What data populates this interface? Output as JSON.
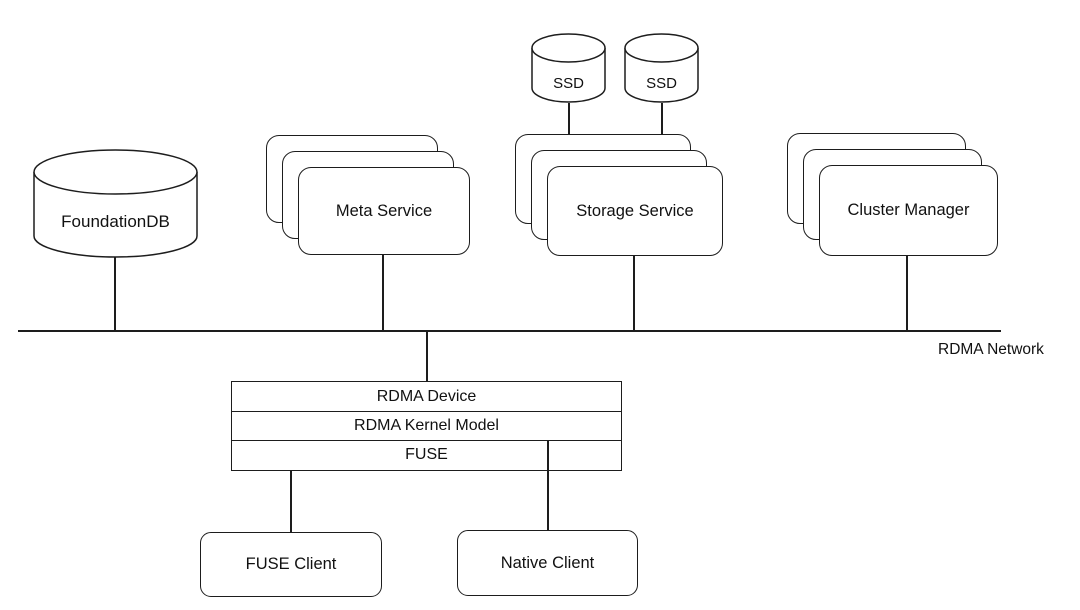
{
  "diagram": {
    "network_label": "RDMA Network",
    "nodes": {
      "foundationdb": {
        "label": "FoundationDB",
        "shape": "cylinder"
      },
      "ssd1": {
        "label": "SSD",
        "shape": "cylinder"
      },
      "ssd2": {
        "label": "SSD",
        "shape": "cylinder"
      },
      "meta_service": {
        "label": "Meta Service",
        "shape": "stacked-rounded-rect"
      },
      "storage_service": {
        "label": "Storage Service",
        "shape": "stacked-rounded-rect"
      },
      "cluster_manager": {
        "label": "Cluster Manager",
        "shape": "stacked-rounded-rect"
      },
      "rdma_device": {
        "label": "RDMA Device",
        "shape": "layer-row"
      },
      "rdma_kernel_model": {
        "label": "RDMA Kernel Model",
        "shape": "layer-row"
      },
      "fuse": {
        "label": "FUSE",
        "shape": "layer-row"
      },
      "fuse_client": {
        "label": "FUSE Client",
        "shape": "rounded-rect"
      },
      "native_client": {
        "label": "Native Client",
        "shape": "rounded-rect"
      }
    },
    "edges": [
      {
        "from": "SSD",
        "to": "Storage Service"
      },
      {
        "from": "SSD",
        "to": "Storage Service"
      },
      {
        "from": "FoundationDB",
        "to": "RDMA Network"
      },
      {
        "from": "Meta Service",
        "to": "RDMA Network"
      },
      {
        "from": "Storage Service",
        "to": "RDMA Network"
      },
      {
        "from": "Cluster Manager",
        "to": "RDMA Network"
      },
      {
        "from": "RDMA Network",
        "to": "RDMA Device"
      },
      {
        "from": "FUSE",
        "to": "FUSE Client"
      },
      {
        "from": "RDMA Kernel Model",
        "to": "Native Client"
      }
    ],
    "colors": {
      "stroke": "#1d1d1d",
      "background": "#ffffff",
      "text": "#111111"
    }
  }
}
